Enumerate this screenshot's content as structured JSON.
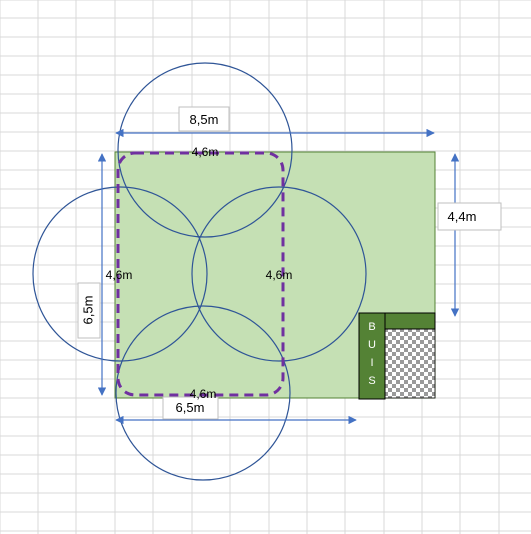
{
  "labels": {
    "top_width": "8,5m",
    "right_height": "4,4m",
    "left_height": "6,5m",
    "bottom_width": "6,5m",
    "circle_top": "4,6m",
    "circle_left": "4,6m",
    "circle_right": "4,6m",
    "circle_bottom": "4,6m",
    "shed_letters": [
      "B",
      "U",
      "I",
      "S"
    ]
  },
  "colors": {
    "grid": "#d9d9d9",
    "area_fill": "#c5e0b4",
    "area_stroke": "#548235",
    "circle_stroke": "#2f5597",
    "arrow": "#4472c4",
    "dashed": "#7030a0",
    "shed": "#548235",
    "text": "#000000"
  }
}
